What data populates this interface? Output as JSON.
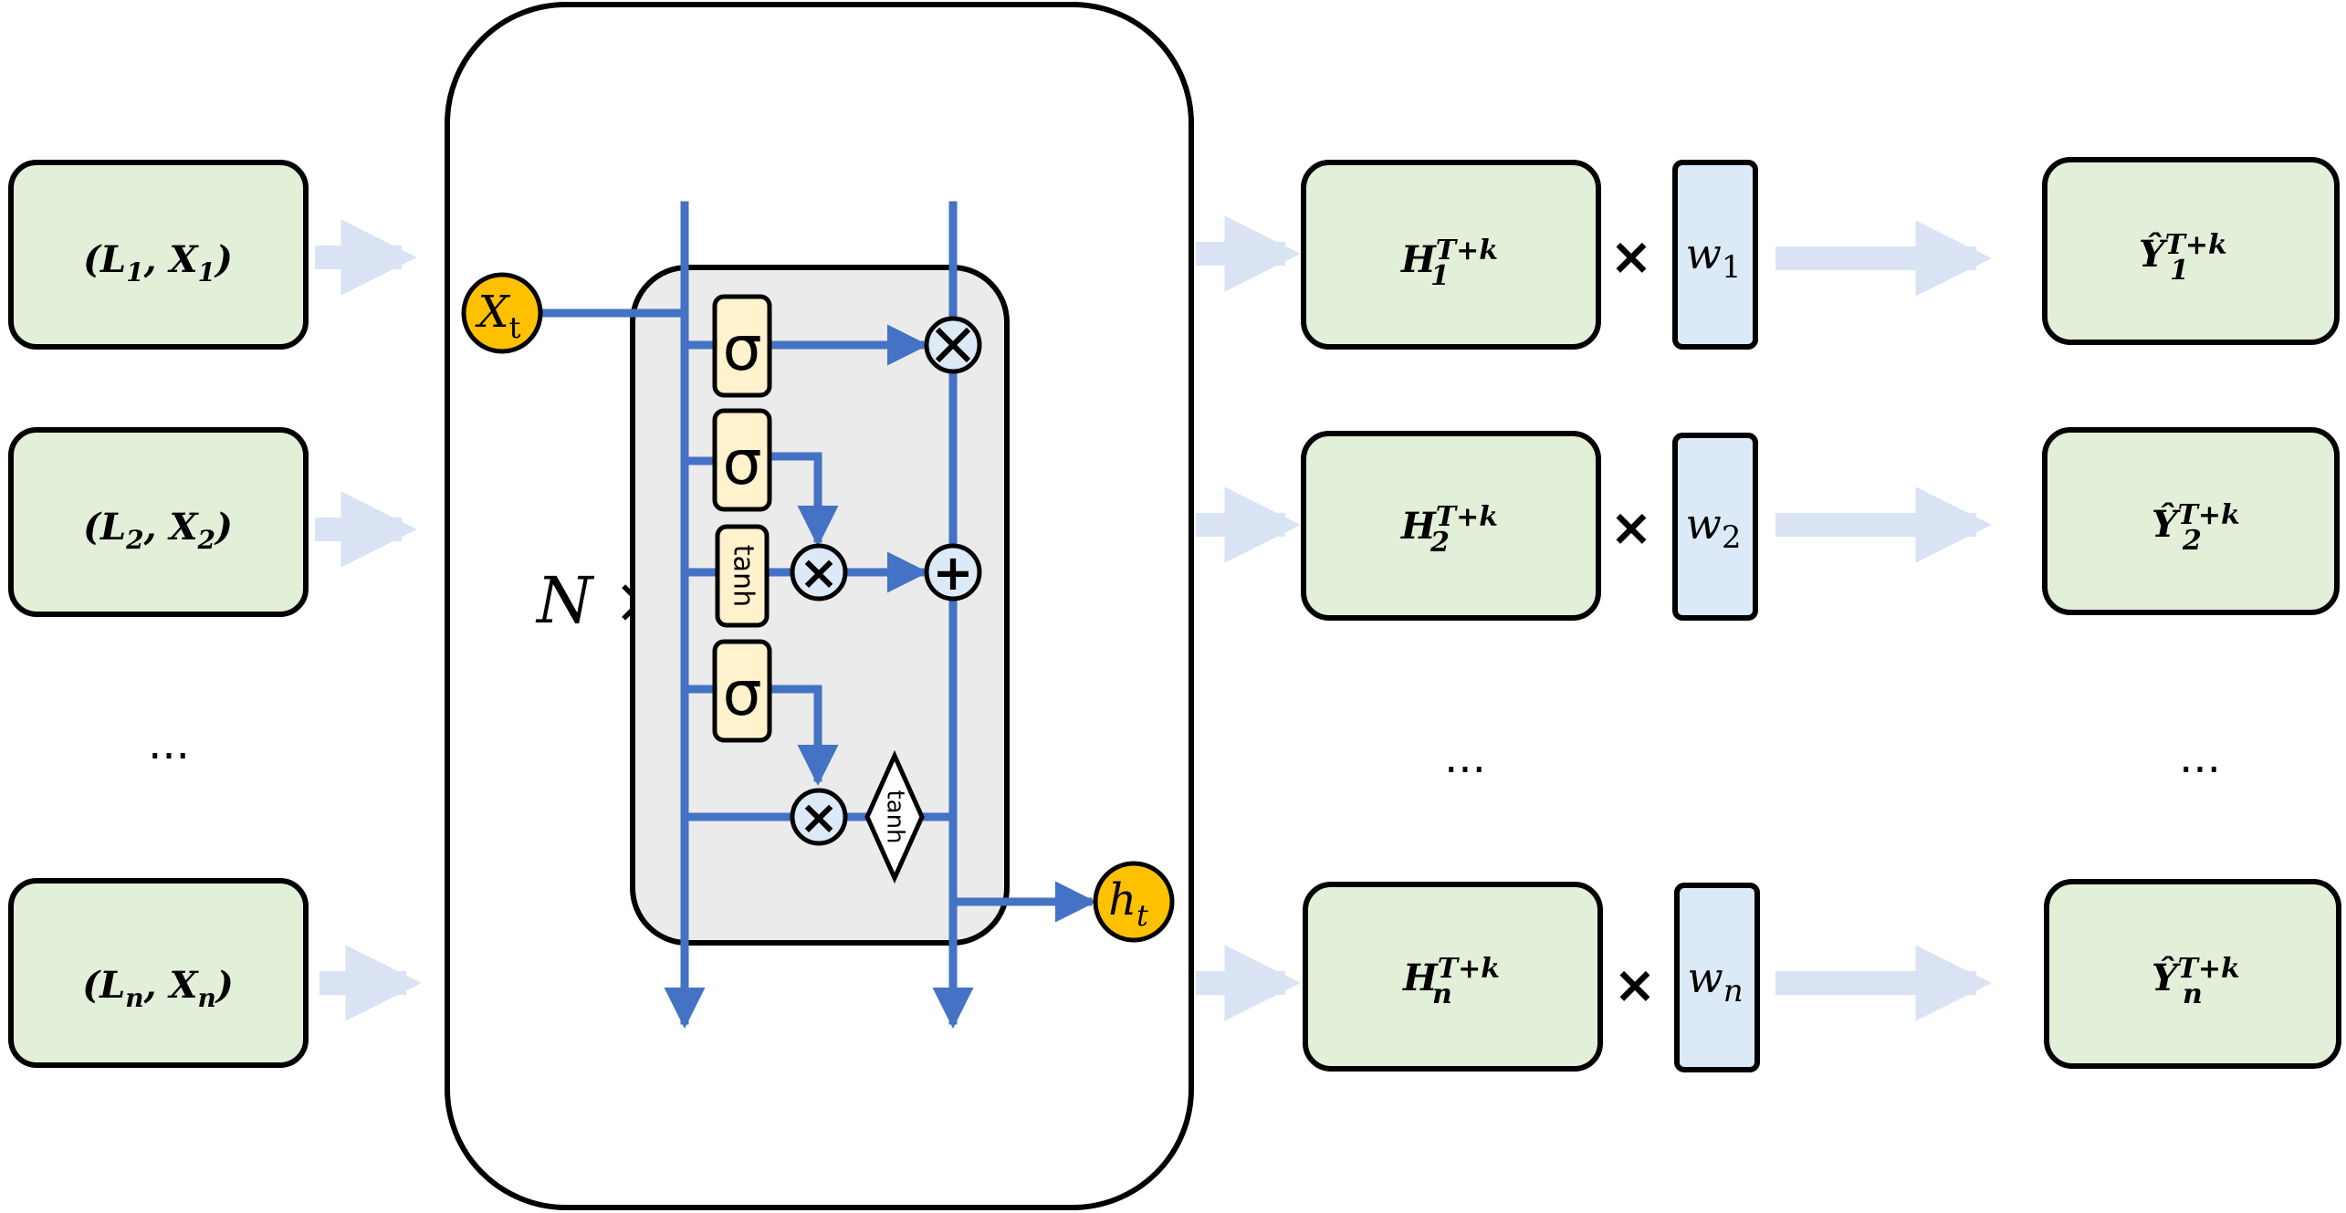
{
  "inputs": [
    {
      "open": "(",
      "L": "L",
      "L_sub": "1",
      "X": "X",
      "X_sub": "1",
      "close": ")"
    },
    {
      "open": "(",
      "L": "L",
      "L_sub": "2",
      "X": "X",
      "X_sub": "2",
      "close": ")"
    },
    {
      "open": "(",
      "L": "L",
      "L_sub": "n",
      "X": "X",
      "X_sub": "n",
      "close": ")"
    }
  ],
  "inputs_ellipsis": "···",
  "lstm": {
    "repeat_label": "N ×",
    "input_node": {
      "main": "X",
      "sub": "t"
    },
    "output_node": {
      "main": "h",
      "sub": "t"
    },
    "gates": [
      "σ",
      "σ",
      "tanh",
      "σ"
    ],
    "ops": {
      "forget_mul": "⊗",
      "input_mul": "×",
      "add": "+",
      "output_mul": "×"
    },
    "out_tanh": "tanh"
  },
  "hidden": [
    {
      "main": "H",
      "sub": "1",
      "sup": "T+k"
    },
    {
      "main": "H",
      "sub": "2",
      "sup": "T+k"
    },
    {
      "main": "H",
      "sub": "n",
      "sup": "T+k"
    }
  ],
  "hidden_ellipsis": "···",
  "times": "×",
  "weights": [
    {
      "main": "w",
      "sub": "1"
    },
    {
      "main": "w",
      "sub": "2"
    },
    {
      "main": "w",
      "sub": "n"
    }
  ],
  "outputs": [
    {
      "main": "Ŷ",
      "sub": "1",
      "sup": "T+k"
    },
    {
      "main": "Ŷ",
      "sub": "2",
      "sup": "T+k"
    },
    {
      "main": "Ŷ",
      "sub": "n",
      "sup": "T+k"
    }
  ],
  "outputs_ellipsis": "···",
  "colors": {
    "box_fill": "#e2efd9",
    "weight_fill": "#dce9f7",
    "cell_fill": "#ebebeb",
    "gate_fill": "#fff2cc",
    "node_fill": "#ffc000",
    "line_blue": "#4472c4",
    "arrow_light": "#dae3f3"
  }
}
